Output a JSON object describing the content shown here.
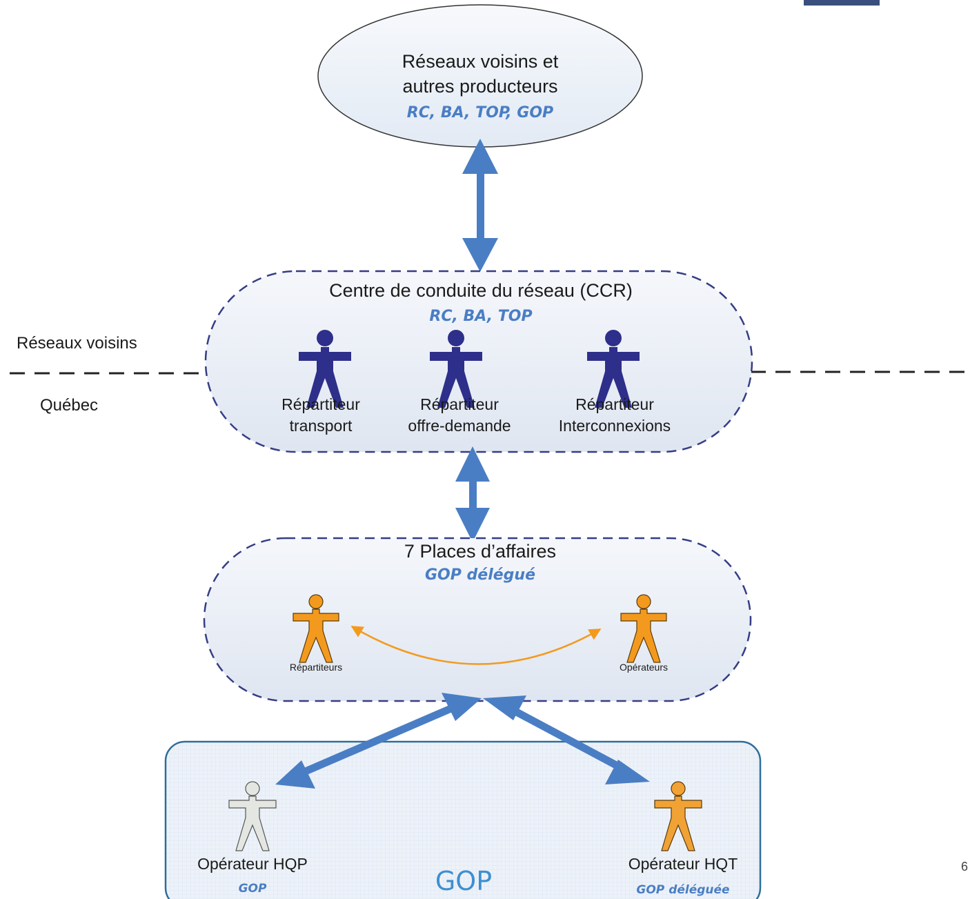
{
  "top_node": {
    "line1": "Réseaux voisins et",
    "line2": "autres producteurs",
    "roles": "RC, BA, TOP, GOP"
  },
  "ccr": {
    "title": "Centre de conduite du réseau (CCR)",
    "roles": "RC, BA, TOP",
    "actors": [
      {
        "line1": "Répartiteur",
        "line2": "transport"
      },
      {
        "line1": "Répartiteur",
        "line2": "offre-demande"
      },
      {
        "line1": "Répartiteur",
        "line2": "Interconnexions"
      }
    ]
  },
  "places": {
    "title": "7 Places d’affaires",
    "roles": "GOP délégué",
    "left_label": "Répartiteurs",
    "right_label": "Opérateurs"
  },
  "gop_box": {
    "label": "GOP",
    "left_label": "Opérateur HQP",
    "left_role": "GOP",
    "right_label": "Opérateur HQT",
    "right_role": "GOP déléguée"
  },
  "boundary": {
    "above": "Réseaux voisins",
    "below": "Québec"
  },
  "page_number": "6",
  "colors": {
    "accent_blue": "#4a7ec4",
    "actor_navy": "#2e2f8a",
    "actor_orange": "#f39a1e",
    "actor_gray": "#e4e7e1",
    "box_fill": "#eaf0f8"
  }
}
